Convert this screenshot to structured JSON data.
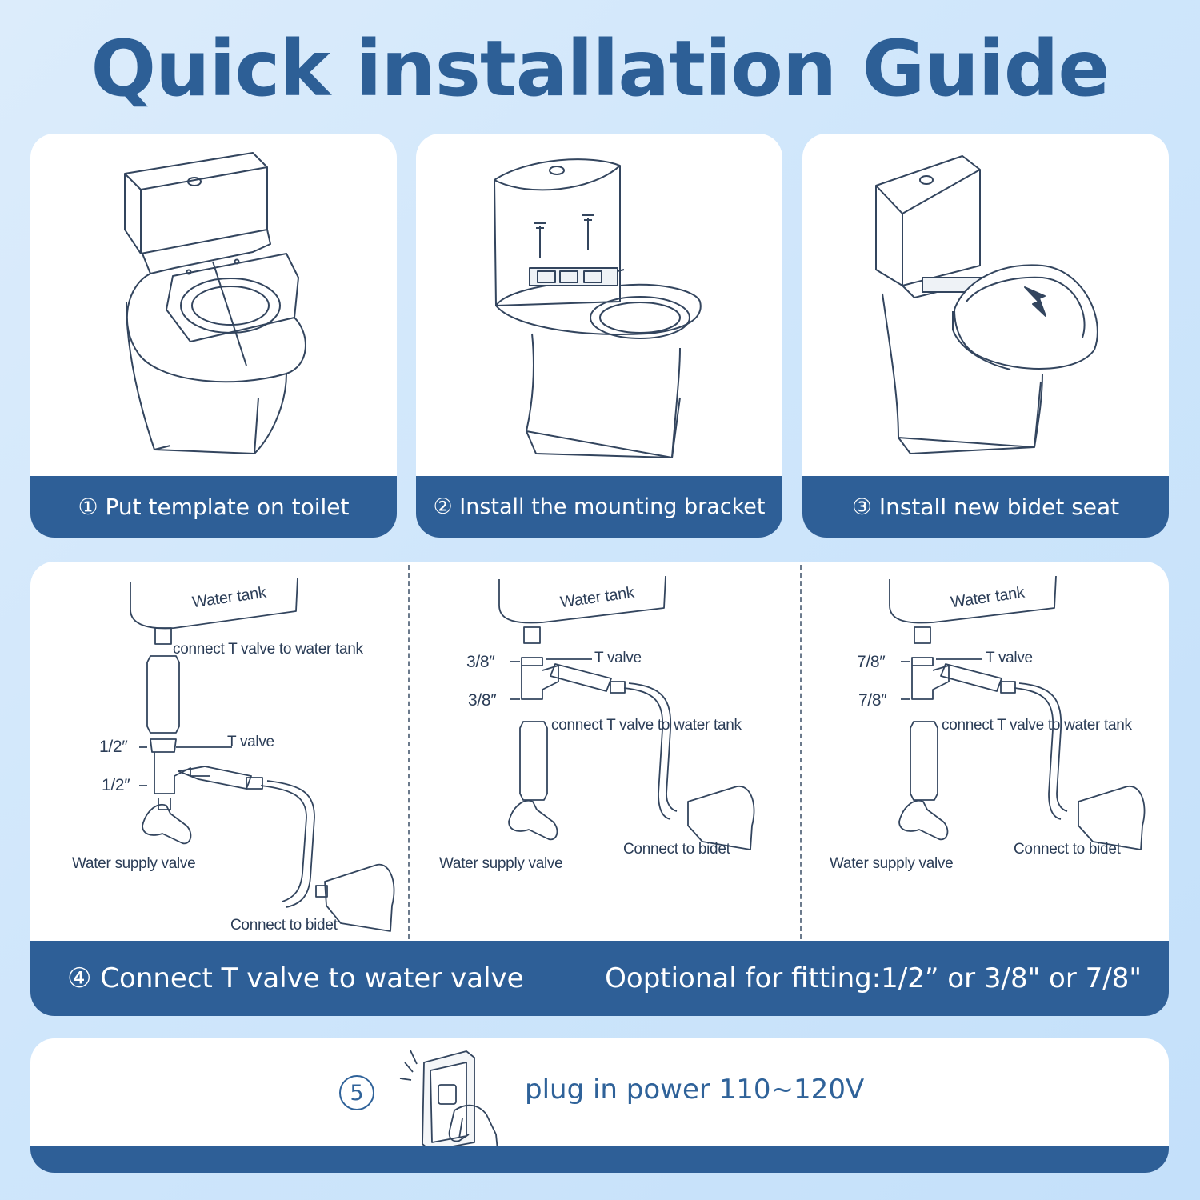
{
  "title": "Quick installation Guide",
  "colors": {
    "accent": "#2e5f97",
    "background": "#d3e8fb",
    "card": "#ffffff",
    "line_art": "#33455e"
  },
  "steps": [
    {
      "label": "① Put template on toilet",
      "illustration": "toilet-template-icon"
    },
    {
      "label": "② Install the mounting bracket",
      "illustration": "mounting-bracket-icon"
    },
    {
      "label": "③ Install new bidet seat",
      "illustration": "bidet-seat-icon"
    }
  ],
  "connection": {
    "label": "④ Connect T valve to water valve",
    "optional": "Ooptional for fitting:1/2” or 3/8\" or 7/8\"",
    "diagrams": [
      {
        "water_tank": "Water tank",
        "connect_tank": "connect T valve to water tank",
        "size_top": "1/2″",
        "size_bottom": "1/2″",
        "t_valve": "T valve",
        "supply_valve": "Water supply valve",
        "connect_bidet": "Connect to bidet"
      },
      {
        "water_tank": "Water tank",
        "connect_tank": "connect T valve to water tank",
        "size_top": "3/8″",
        "size_bottom": "3/8″",
        "t_valve": "T valve",
        "supply_valve": "Water supply valve",
        "connect_bidet": "Connect to bidet"
      },
      {
        "water_tank": "Water tank",
        "connect_tank": "connect T valve to water tank",
        "size_top": "7/8″",
        "size_bottom": "7/8″",
        "t_valve": "T valve",
        "supply_valve": "Water supply valve",
        "connect_bidet": "Connect to bidet"
      }
    ]
  },
  "power": {
    "number": "5",
    "label": "plug in power 110~120V",
    "illustration": "plug-in-hand-icon"
  }
}
